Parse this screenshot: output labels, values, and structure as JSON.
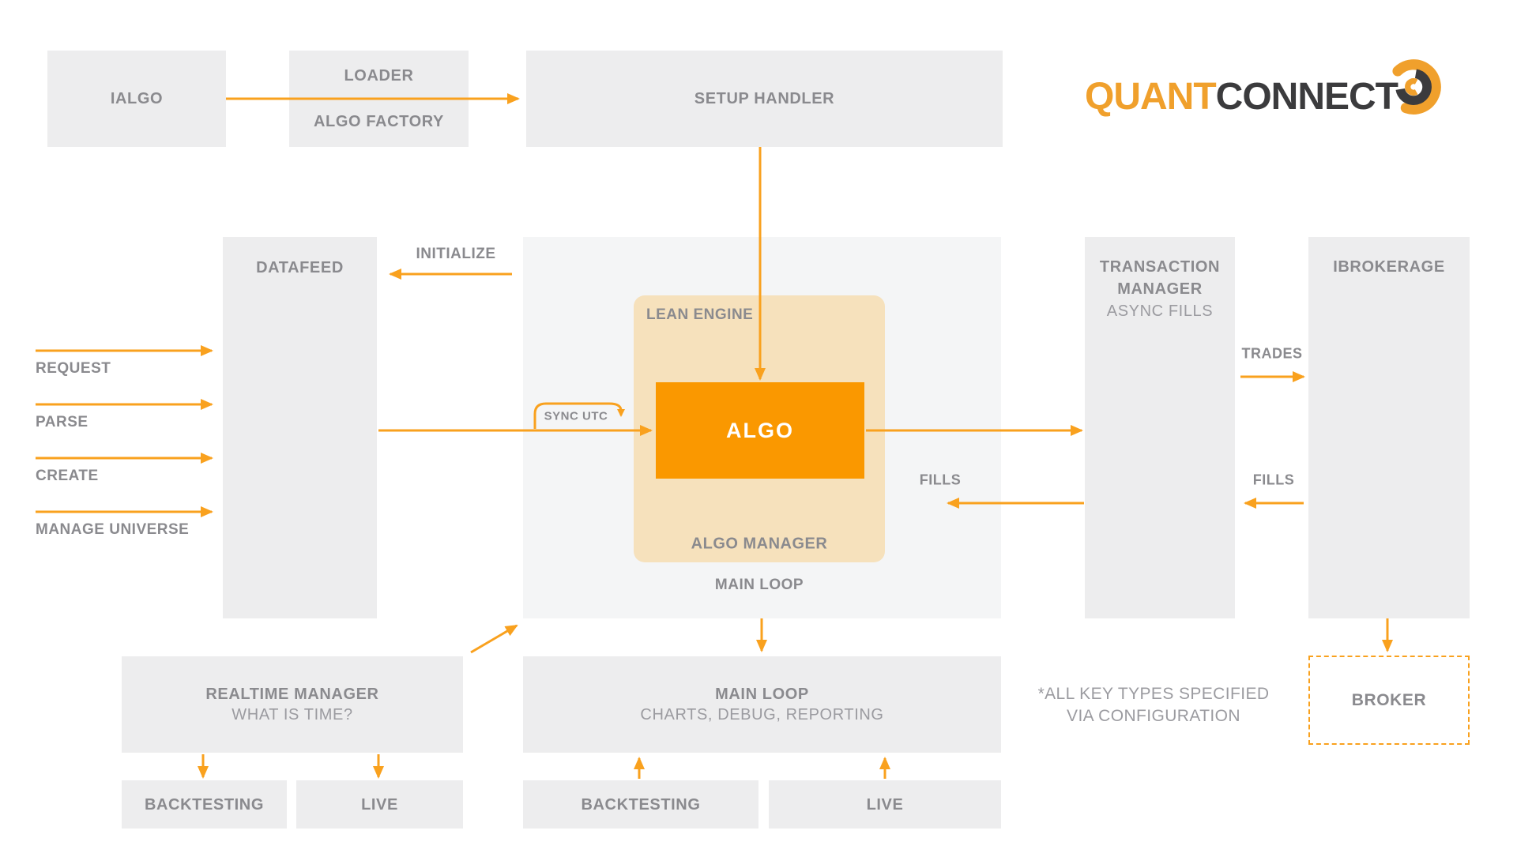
{
  "logo": {
    "brand_orange": "QUANT",
    "brand_dark": "CONNECT"
  },
  "top_row": {
    "ialgo": "IALGO",
    "loader_line1": "LOADER",
    "loader_line2": "ALGO FACTORY",
    "setup_handler": "SETUP HANDLER"
  },
  "left_flow": {
    "labels": [
      "REQUEST",
      "PARSE",
      "CREATE",
      "MANAGE UNIVERSE"
    ]
  },
  "engine": {
    "datafeed": "DATAFEED",
    "initialize": "INITIALIZE",
    "lean_engine": "LEAN ENGINE",
    "sync_utc": "SYNC UTC",
    "algo": "ALGO",
    "algo_manager": "ALGO MANAGER",
    "main_loop": "MAIN LOOP"
  },
  "right_side": {
    "transaction_manager_line1": "TRANSACTION",
    "transaction_manager_line2": "MANAGER",
    "transaction_manager_line3": "ASYNC FILLS",
    "ibrokerage": "IBROKERAGE",
    "trades": "TRADES",
    "fills_right": "FILLS",
    "fills_left": "FILLS",
    "broker": "BROKER",
    "note_line1": "*ALL KEY TYPES SPECIFIED",
    "note_line2": "VIA CONFIGURATION"
  },
  "bottom_row": {
    "realtime_line1": "REALTIME MANAGER",
    "realtime_line2": "WHAT IS TIME?",
    "mainloop_line1": "MAIN LOOP",
    "mainloop_line2": "CHARTS, DEBUG, REPORTING",
    "backtesting_left": "BACKTESTING",
    "live_left": "LIVE",
    "backtesting_mid": "BACKTESTING",
    "live_mid": "LIVE"
  },
  "colors": {
    "arrow-orange": "#F9A11E",
    "algo-orange": "#FA9800",
    "lean-bg": "#F6E1BC",
    "box-gray": "#EDEDEE",
    "panel-gray": "#F4F5F6",
    "label-gray": "#8A8A8E",
    "label-light": "#9B9BA0",
    "logo-orange": "#F0A02C",
    "logo-dark": "#3B3B3D"
  }
}
